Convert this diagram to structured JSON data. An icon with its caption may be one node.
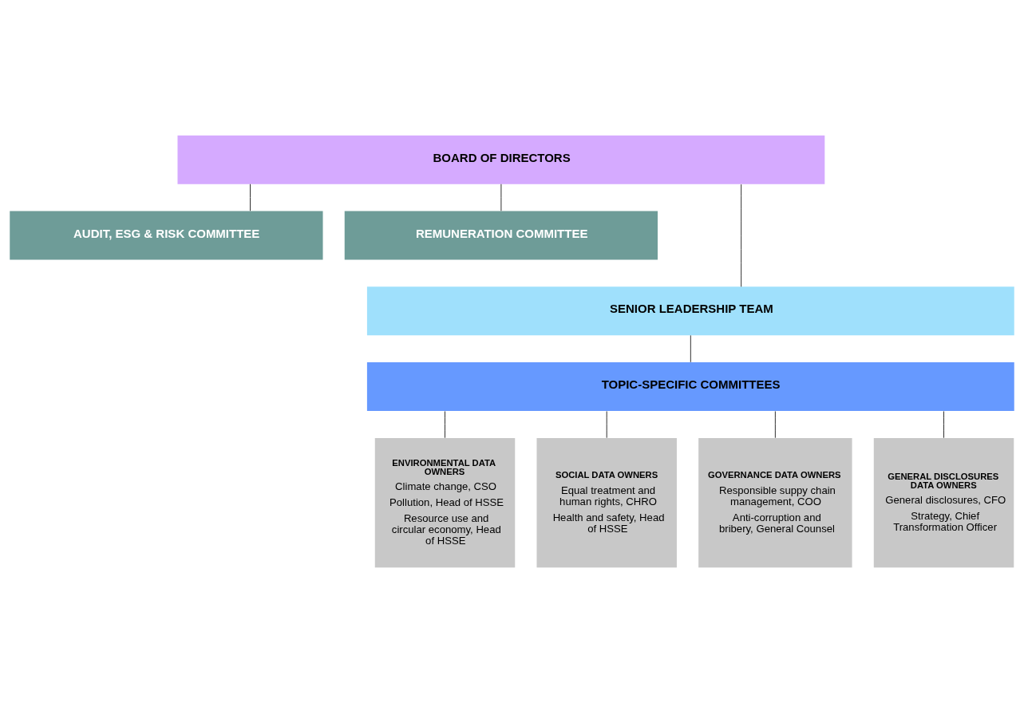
{
  "diagram": {
    "nodes": [
      {
        "text": [
          "BOARD OF DIRECTORS"
        ]
      },
      {
        "text": [
          "AUDIT, ESG & RISK COMMITTEE"
        ]
      },
      {
        "text": [
          "REMUNERATION COMMITTEE"
        ]
      },
      {
        "text": [
          "SENIOR LEADERSHIP TEAM"
        ]
      },
      {
        "text": [
          "TOPIC-SPECIFIC COMMITTEES"
        ]
      },
      {
        "text": [
          "ENVIRONMENTAL DATA OWNERS",
          "Climate change, CSO",
          "Pollution, Head of HSSE",
          "Resource use and circular economy, Head of HSSE"
        ]
      },
      {
        "text": [
          "SOCIAL DATA OWNERS",
          "Equal treatment and human rights, CHRO",
          "Health and safety, Head of HSSE"
        ]
      },
      {
        "text": [
          "GOVERNANCE DATA OWNERS",
          "Responsible suppy chain management, COO",
          "Anti-corruption and bribery, General Counsel"
        ]
      },
      {
        "text": [
          "GENERAL DISCLOSURES DATA OWNERS",
          "General disclosures, CFO",
          "Strategy, Chief Transformation Officer"
        ]
      }
    ],
    "edges": [
      {
        "from": 0,
        "to": 1,
        "arrow": "none"
      },
      {
        "from": 0,
        "to": 2,
        "arrow": "none"
      },
      {
        "from": 0,
        "to": 3,
        "arrow": "none"
      },
      {
        "from": 3,
        "to": 4,
        "arrow": "none"
      },
      {
        "from": 4,
        "to": 5,
        "arrow": "none"
      },
      {
        "from": 4,
        "to": 6,
        "arrow": "none"
      },
      {
        "from": 4,
        "to": 7,
        "arrow": "none"
      },
      {
        "from": 4,
        "to": 8,
        "arrow": "none"
      }
    ]
  }
}
